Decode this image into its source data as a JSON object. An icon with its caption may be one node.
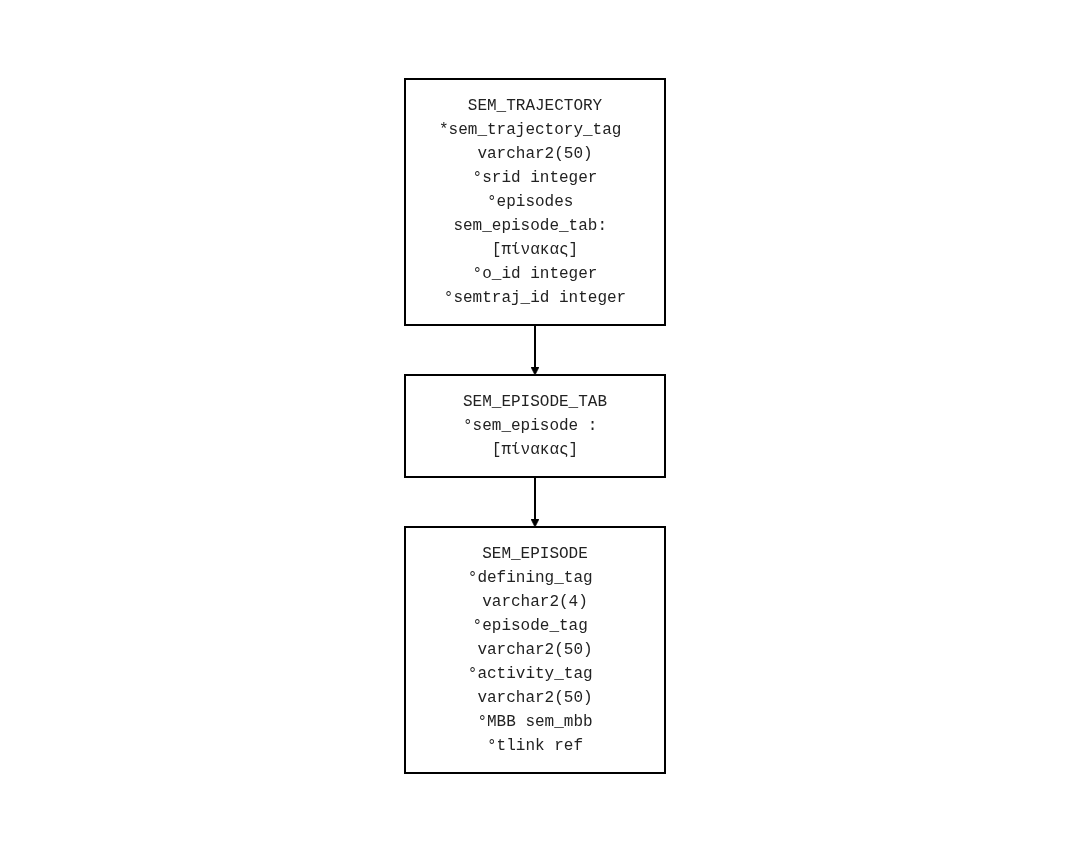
{
  "diagram": {
    "nodes": [
      {
        "text": [
          "SEM_TRAJECTORY",
          "*sem_trajectory_tag varchar2(50)",
          "°srid integer",
          "°episodes sem_episode_tab: [πίνακας]",
          "°o_id integer",
          "°semtraj_id integer"
        ]
      },
      {
        "text": [
          "SEM_EPISODE_TAB",
          "°sem_episode : [πίνακας]"
        ]
      },
      {
        "text": [
          "SEM_EPISODE",
          "°defining_tag varchar2(4)",
          "°episode_tag varchar2(50)",
          "°activity_tag varchar2(50)",
          "°MBB sem_mbb",
          "°tlink ref"
        ]
      }
    ],
    "edges": [
      {
        "from": 0,
        "to": 1,
        "arrow": "to"
      },
      {
        "from": 1,
        "to": 2,
        "arrow": "to"
      }
    ]
  }
}
